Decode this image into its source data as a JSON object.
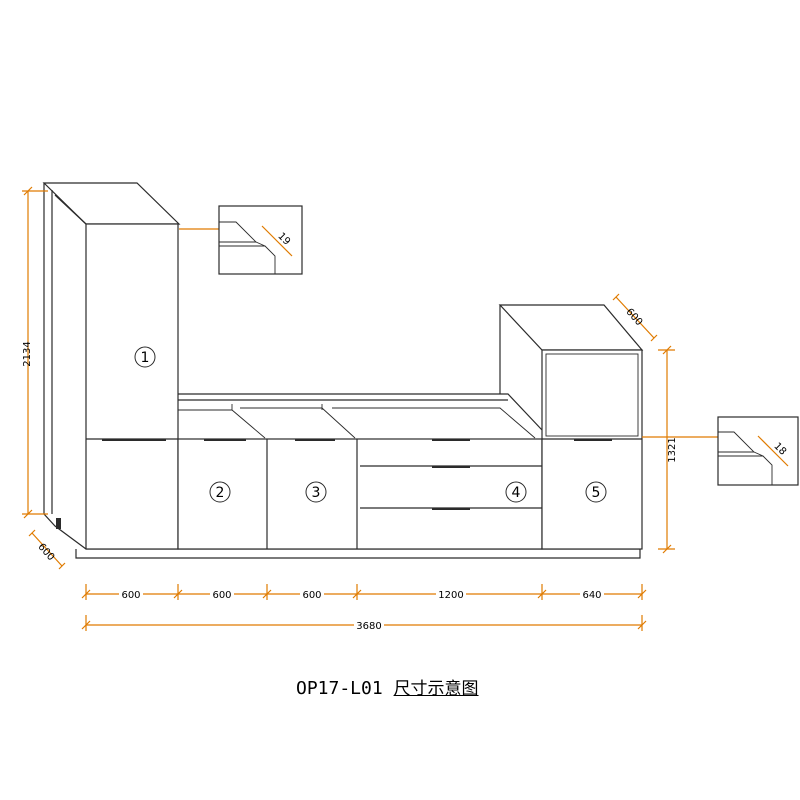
{
  "caption": {
    "code": "OP17-L01",
    "title": "尺寸示意图"
  },
  "dimensions": {
    "height_tall": "2134",
    "depth_left": "600",
    "depth_right": "600",
    "height_right": "1321",
    "bottom_segments": [
      "600",
      "600",
      "600",
      "1200",
      "640"
    ],
    "total_width": "3680",
    "detail_top": "19",
    "detail_right": "18"
  },
  "cabinets": [
    "1",
    "2",
    "3",
    "4",
    "5"
  ],
  "colors": {
    "dimension": "#e07b00",
    "line": "#2b2b2b"
  }
}
